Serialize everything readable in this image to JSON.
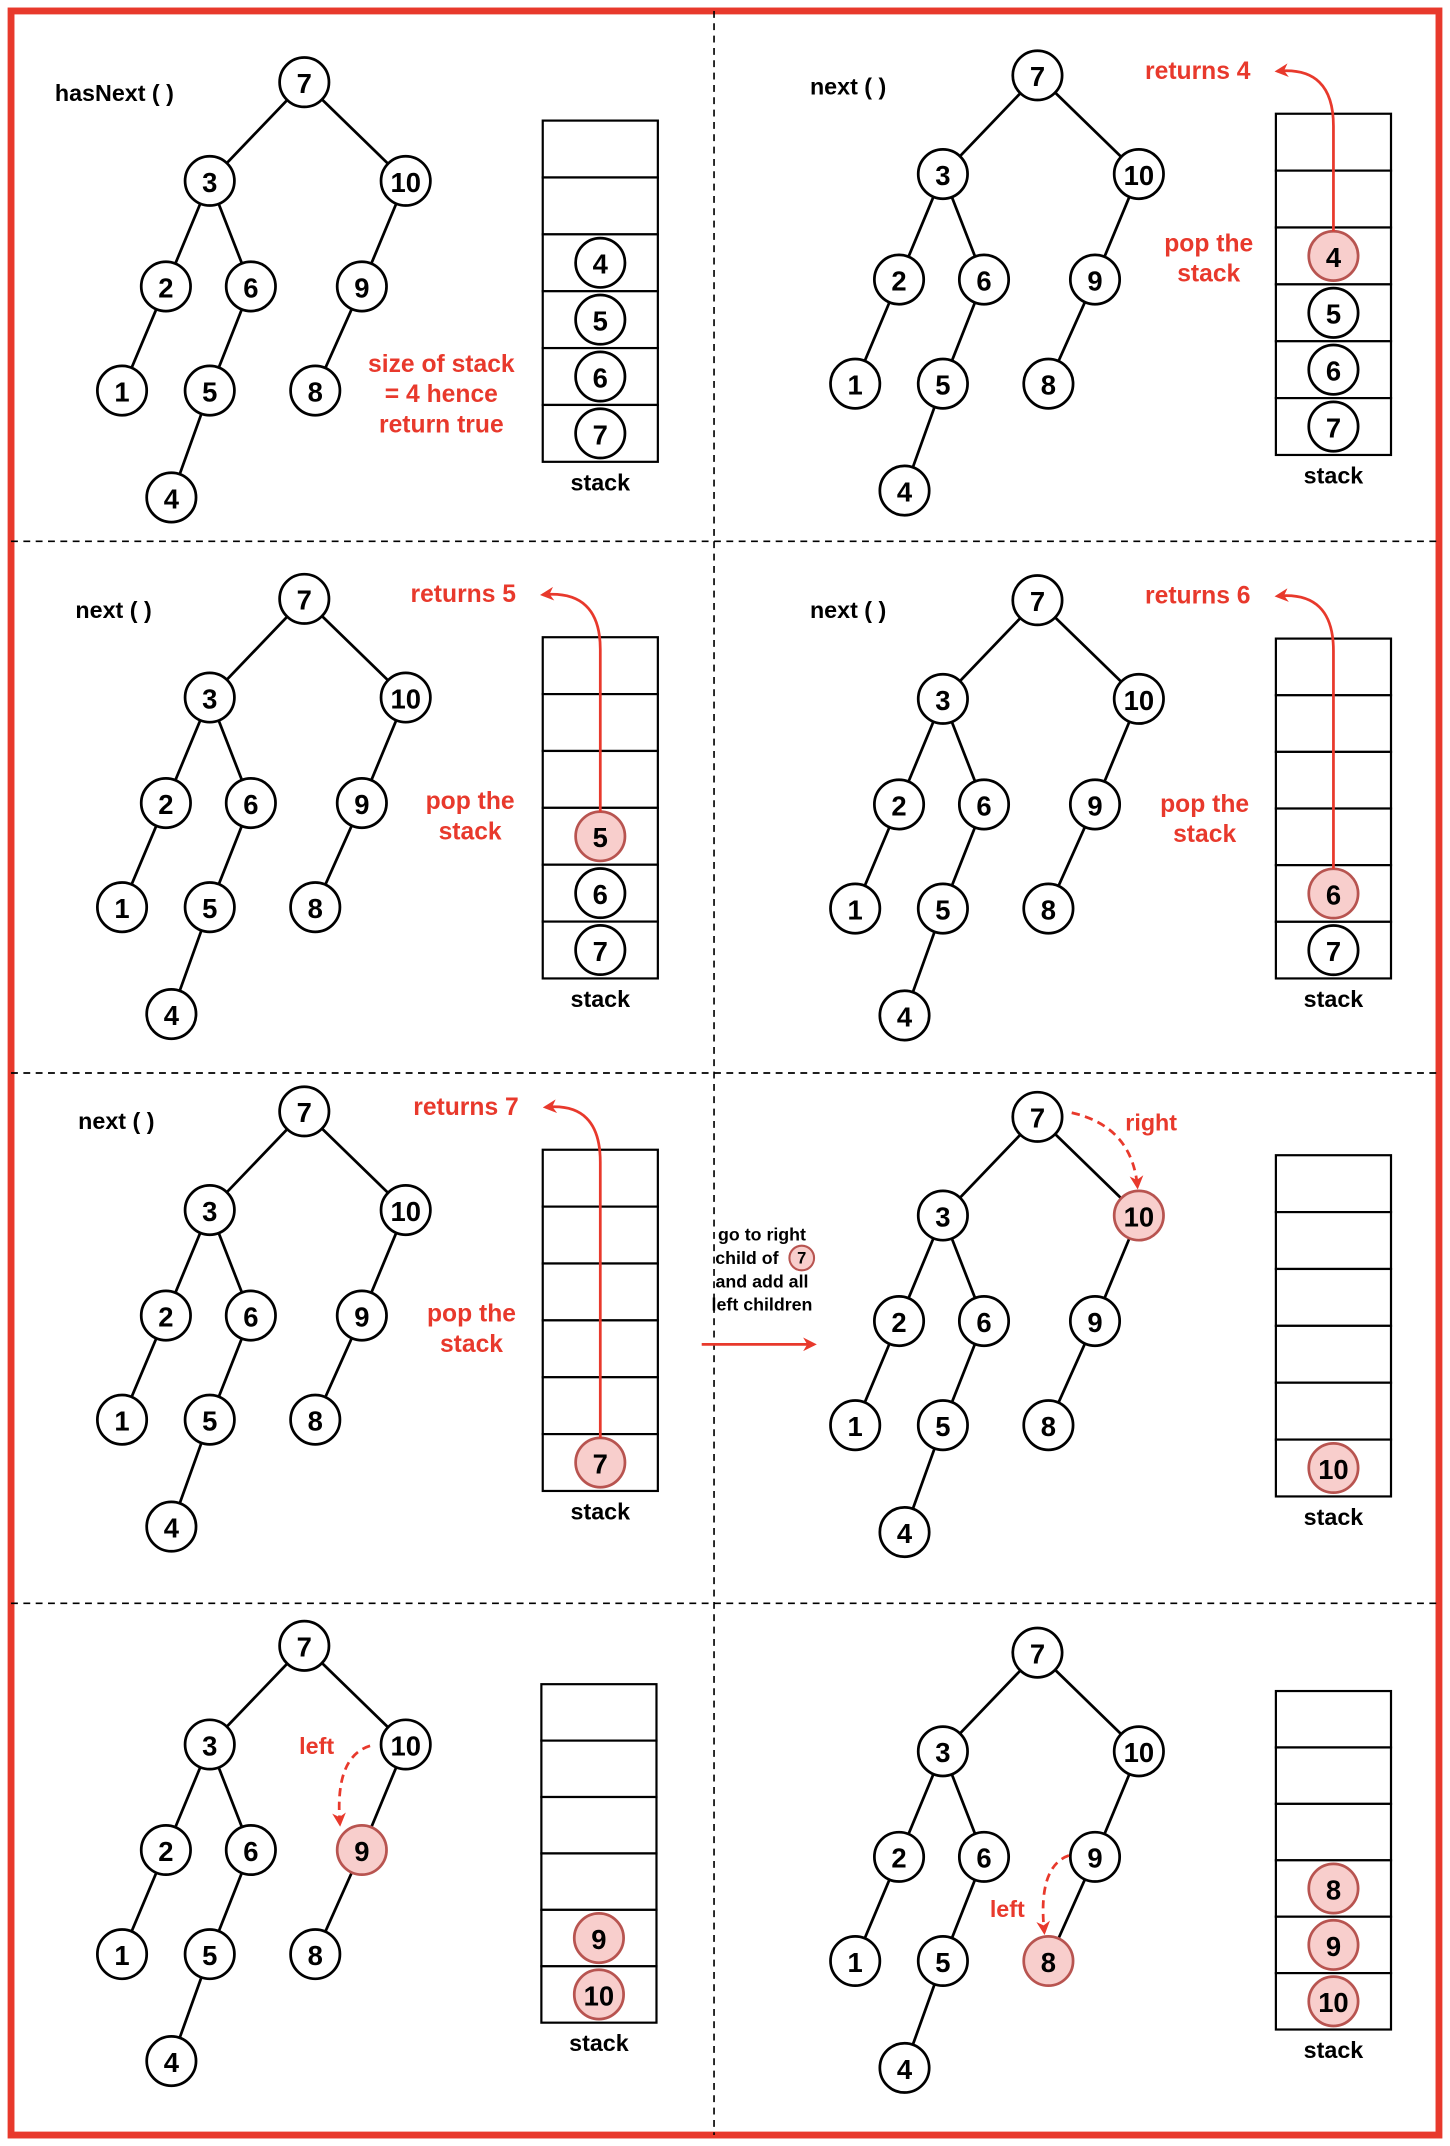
{
  "colors": {
    "accent": "#e8392c",
    "highlight_fill": "#f8cecc",
    "highlight_stroke": "#b85450",
    "ink": "#000000"
  },
  "tree": {
    "nodes": [
      "7",
      "3",
      "10",
      "2",
      "6",
      "9",
      "1",
      "5",
      "8",
      "4"
    ],
    "edges": [
      [
        "7",
        "3"
      ],
      [
        "7",
        "10"
      ],
      [
        "3",
        "2"
      ],
      [
        "3",
        "6"
      ],
      [
        "10",
        "9"
      ],
      [
        "2",
        "1"
      ],
      [
        "6",
        "5"
      ],
      [
        "9",
        "8"
      ],
      [
        "5",
        "4"
      ]
    ]
  },
  "stack_label": "stack",
  "transition": {
    "lines": [
      "go to right",
      "child of",
      "and add all",
      "left children"
    ],
    "node": "7"
  },
  "panels": [
    {
      "title": "hasNext ( )",
      "highlighted": [],
      "stack": [
        "4",
        "5",
        "6",
        "7"
      ],
      "stack_highlighted": [],
      "notes": [
        "size of stack",
        "= 4 hence",
        "return true"
      ]
    },
    {
      "title": "next ( )",
      "highlighted": [],
      "stack": [
        "4",
        "5",
        "6",
        "7"
      ],
      "stack_highlighted": [
        "4"
      ],
      "returns": "returns 4",
      "pop": [
        "pop the",
        "stack"
      ]
    },
    {
      "title": "next ( )",
      "highlighted": [],
      "stack": [
        "5",
        "6",
        "7"
      ],
      "stack_highlighted": [
        "5"
      ],
      "returns": "returns 5",
      "pop": [
        "pop the",
        "stack"
      ]
    },
    {
      "title": "next ( )",
      "highlighted": [],
      "stack": [
        "6",
        "7"
      ],
      "stack_highlighted": [
        "6"
      ],
      "returns": "returns 6",
      "pop": [
        "pop the",
        "stack"
      ]
    },
    {
      "title": "next ( )",
      "highlighted": [],
      "stack": [
        "7"
      ],
      "stack_highlighted": [
        "7"
      ],
      "returns": "returns 7",
      "pop": [
        "pop the",
        "stack"
      ]
    },
    {
      "highlighted": [
        "10"
      ],
      "stack": [
        "10"
      ],
      "stack_highlighted": [
        "10"
      ],
      "direction": "right"
    },
    {
      "highlighted": [
        "9"
      ],
      "stack": [
        "9",
        "10"
      ],
      "stack_highlighted": [
        "9",
        "10"
      ],
      "direction": "left"
    },
    {
      "highlighted": [
        "8"
      ],
      "stack": [
        "8",
        "9",
        "10"
      ],
      "stack_highlighted": [
        "8",
        "9",
        "10"
      ],
      "direction": "left"
    }
  ]
}
